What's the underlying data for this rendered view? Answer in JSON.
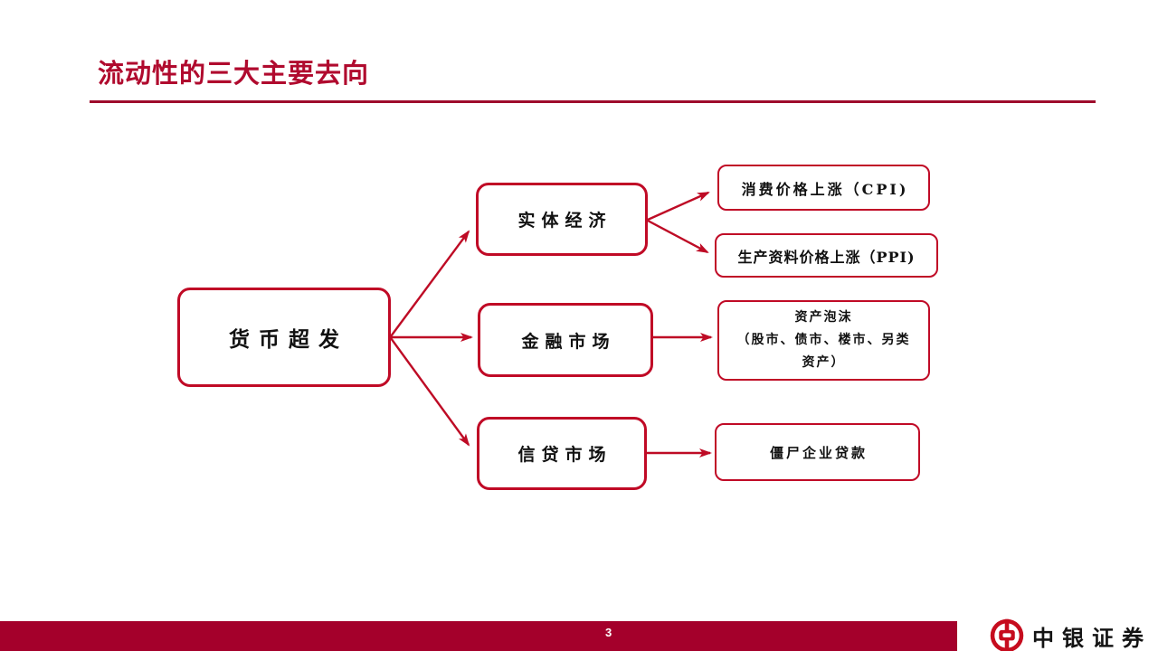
{
  "slide": {
    "title": "流动性的三大主要去向"
  },
  "diagram": {
    "source": {
      "label": "货币超发"
    },
    "channels": [
      {
        "label": "实体经济"
      },
      {
        "label": "金融市场"
      },
      {
        "label": "信贷市场"
      }
    ],
    "outcomes": {
      "cpi": "消费价格上涨（CPI)",
      "ppi": "生产资料价格上涨（PPI)",
      "bubble_line1": "资产泡沫",
      "bubble_line2": "（股市、债市、楼市、另类",
      "bubble_line3": "资产）",
      "zombie": "僵尸企业贷款"
    }
  },
  "footer": {
    "page_number": "3",
    "brand_name": "中银证券"
  },
  "colors": {
    "title_red": "#B00A2E",
    "rule_red": "#9E0B2C",
    "box_border_red": "#C00A26",
    "arrow_red": "#BE0B25",
    "footer_bar_red": "#A4002B",
    "logo_red": "#C60C1E",
    "box_text": "#111111"
  }
}
